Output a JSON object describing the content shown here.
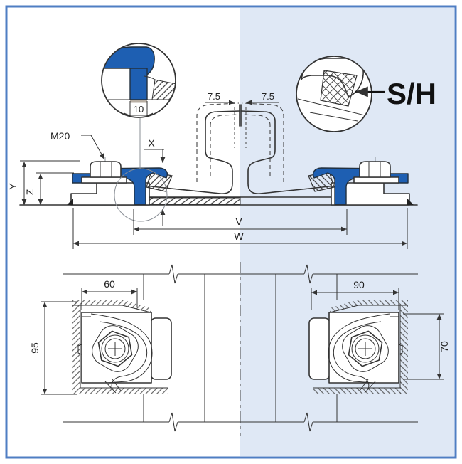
{
  "colors": {
    "clamp_blue": "#1e5fb2",
    "frame_border": "#4f7ec3",
    "panel_tint": "#dfe8f5",
    "line": "#333333"
  },
  "callout_clip_nose": {
    "thickness_dim": "10"
  },
  "callout_rail_pad": {
    "label": "S/H"
  },
  "cross_section": {
    "bolt_label": "M20",
    "dim_x": "X",
    "dim_y": "Y",
    "dim_z": "Z",
    "head_offset_left": "7.5",
    "head_offset_right": "7.5",
    "dim_v": "V",
    "dim_w": "W"
  },
  "plan_left": {
    "dim_width": "60",
    "dim_height": "95"
  },
  "plan_right": {
    "dim_width": "90",
    "dim_height": "70"
  }
}
